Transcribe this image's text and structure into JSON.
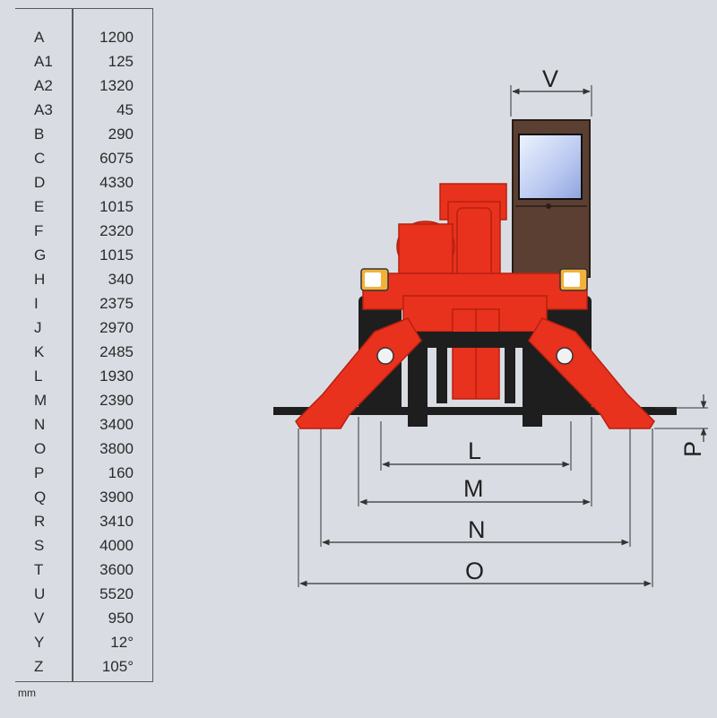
{
  "table": {
    "rows": [
      {
        "key": "A",
        "value": "1200"
      },
      {
        "key": "A1",
        "value": "125"
      },
      {
        "key": "A2",
        "value": "1320"
      },
      {
        "key": "A3",
        "value": "45"
      },
      {
        "key": "B",
        "value": "290"
      },
      {
        "key": "C",
        "value": "6075"
      },
      {
        "key": "D",
        "value": "4330"
      },
      {
        "key": "E",
        "value": "1015"
      },
      {
        "key": "F",
        "value": "2320"
      },
      {
        "key": "G",
        "value": "1015"
      },
      {
        "key": "H",
        "value": "340"
      },
      {
        "key": "I",
        "value": "2375"
      },
      {
        "key": "J",
        "value": "2970"
      },
      {
        "key": "K",
        "value": "2485"
      },
      {
        "key": "L",
        "value": "1930"
      },
      {
        "key": "M",
        "value": "2390"
      },
      {
        "key": "N",
        "value": "3400"
      },
      {
        "key": "O",
        "value": "3800"
      },
      {
        "key": "P",
        "value": "160"
      },
      {
        "key": "Q",
        "value": "3900"
      },
      {
        "key": "R",
        "value": "3410"
      },
      {
        "key": "S",
        "value": "4000"
      },
      {
        "key": "T",
        "value": "3600"
      },
      {
        "key": "U",
        "value": "5520"
      },
      {
        "key": "V",
        "value": "950"
      },
      {
        "key": "Y",
        "value": "12°"
      },
      {
        "key": "Z",
        "value": "105°"
      }
    ],
    "unit": "mm"
  },
  "diagram": {
    "labels": {
      "V": "V",
      "L": "L",
      "M": "M",
      "N": "N",
      "O": "O",
      "P": "P"
    },
    "colors": {
      "background": "#d9dde3",
      "machine_red": "#e8321e",
      "machine_dark_red": "#b8200f",
      "tire": "#1e1e1e",
      "cab": "#5b3f33",
      "line": "#333333"
    }
  }
}
